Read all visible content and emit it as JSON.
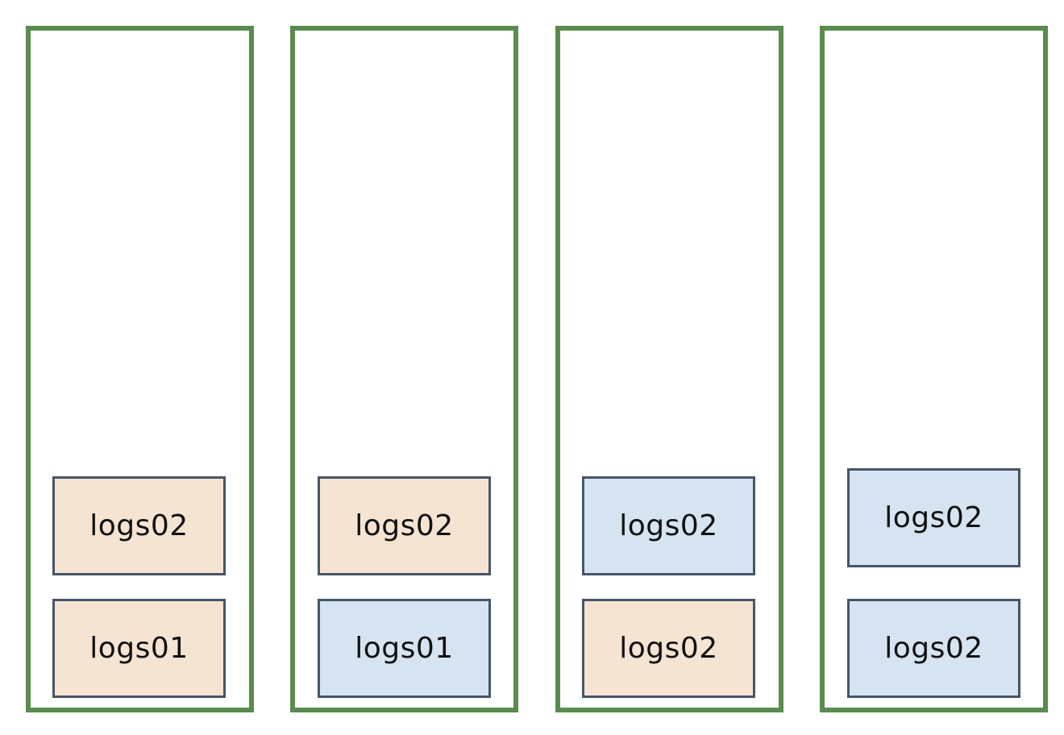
{
  "diagram": {
    "nodes": [
      {
        "shards": [
          {
            "label": "logs02",
            "kind": "primary"
          },
          {
            "label": "logs01",
            "kind": "primary"
          }
        ]
      },
      {
        "shards": [
          {
            "label": "logs02",
            "kind": "primary"
          },
          {
            "label": "logs01",
            "kind": "replica"
          }
        ]
      },
      {
        "shards": [
          {
            "label": "logs02",
            "kind": "replica"
          },
          {
            "label": "logs02",
            "kind": "primary"
          }
        ]
      },
      {
        "shards": [
          {
            "label": "logs02",
            "kind": "replica"
          },
          {
            "label": "logs02",
            "kind": "replica"
          }
        ]
      }
    ],
    "colors": {
      "node_border": "#5a8b4f",
      "shard_border": "#475569",
      "primary_fill": "#f6e4d2",
      "replica_fill": "#d6e4f1"
    }
  }
}
